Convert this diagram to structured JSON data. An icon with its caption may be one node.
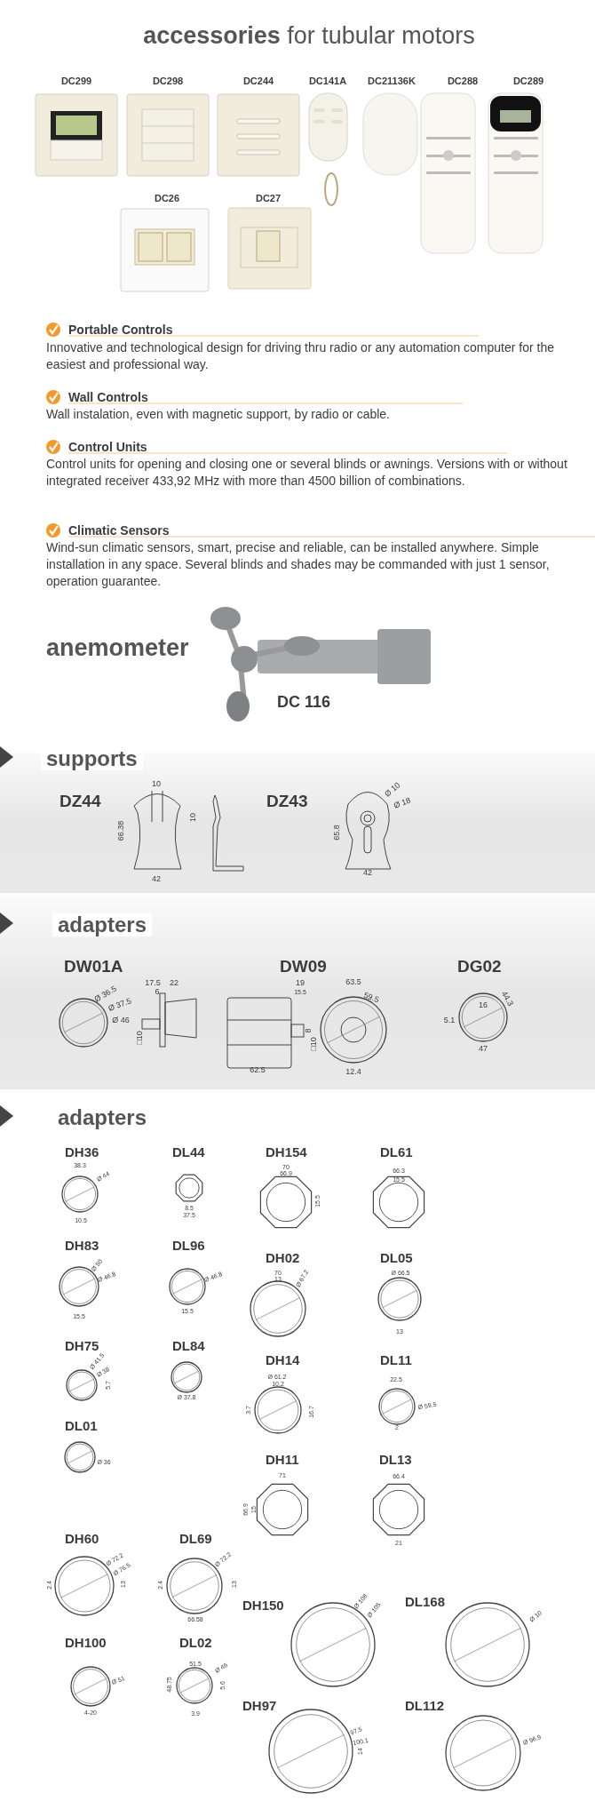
{
  "diagram": {
    "title": "**accessories** for tubular motors",
    "labels": [
      "DC299",
      "DC298",
      "DC244",
      "DC141A",
      "DC21136K",
      "DC288",
      "DC289",
      "DC26",
      "DC27",
      "Portable Controls",
      "Innovative and technological design for driving thru radio or any automation computer for the easiest and professional way.",
      "Wall Controls",
      "Wall instalation, even with magnetic support, by radio or cable.",
      "Control Units",
      "Control units for opening and closing one or several blinds or awnings. Versions with or without integrated receiver 433,92 MHz with more than 4500 billion of combinations.",
      "Climatic Sensors",
      "Wind-sun climatic sensors, smart, precise and reliable, can be installed anywhere. Simple installation in any space. Several blinds and shades may be commanded with just 1 sensor, operation guarantee.",
      "anemometer",
      "DC 116",
      "supports",
      "DZ44",
      "10",
      "10",
      "66.38",
      "42",
      "DZ43",
      "Ø 10",
      "Ø 18",
      "65.8",
      "42",
      "adapters",
      "DW01A",
      "Ø 36.5",
      "Ø 37.5",
      "Ø 46",
      "17.5",
      "22",
      "6",
      "□10",
      "DW09",
      "19",
      "15.5",
      "63.5",
      "59.5",
      "8",
      "□10",
      "62.5",
      "12.4",
      "DG02",
      "44.3",
      "16",
      "5.1",
      "47",
      "adapters",
      "DH36",
      "38.3",
      "Ø 44",
      "10.5",
      "DL44",
      "8.5",
      "37.5",
      "DH154",
      "70",
      "66.9",
      "15.5",
      "DL61",
      "66.3",
      "15.5",
      "DH83",
      "Ø 50",
      "Ø 46.8",
      "15.5",
      "DL96",
      "Ø 46.8",
      "15.5",
      "DH02",
      "70",
      "13",
      "Ø 67.2",
      "DL05",
      "Ø 66.5",
      "13",
      "DH75",
      "Ø 41.5",
      "Ø 38",
      "5.7",
      "DL84",
      "Ø 37.8",
      "DH14",
      "Ø 61.2",
      "10.2",
      "3.7",
      "16.7",
      "DL11",
      "22.5",
      "Ø 59.5",
      "2",
      "DL01",
      "Ø 36",
      "DH11",
      "71",
      "66.9",
      "15",
      "DL13",
      "66.4",
      "21",
      "DH60",
      "Ø 72.2",
      "Ø 76.5",
      "2.4",
      "13",
      "DL69",
      "Ø 72.2",
      "2.4",
      "13",
      "66.58",
      "DH150",
      "Ø 108",
      "Ø 105",
      "DL168",
      "Ø 10",
      "DH100",
      "Ø 51",
      "4-20",
      "DL02",
      "51.5",
      "Ø 46",
      "48.75",
      "5.6",
      "3.9",
      "DH97",
      "97.5",
      "100.1",
      "14",
      "DL112",
      "Ø 96.9"
    ]
  }
}
